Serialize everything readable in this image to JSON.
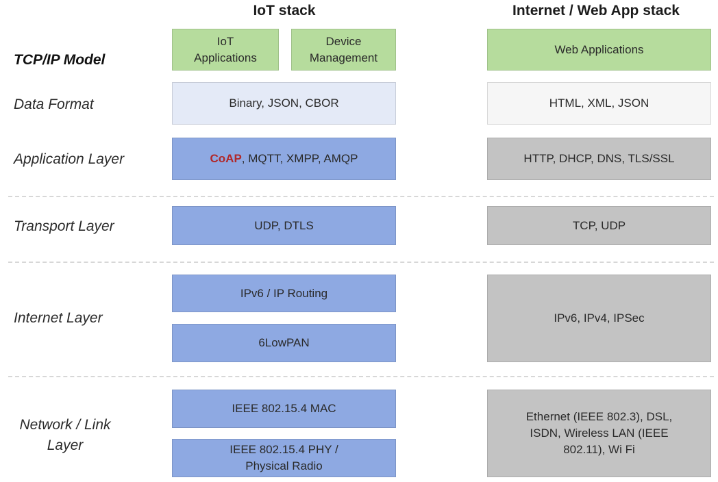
{
  "headers": {
    "iot_stack": "IoT stack",
    "web_stack": "Internet / Web App stack"
  },
  "row_labels": {
    "tcpip_model": "TCP/IP Model",
    "data_format": "Data Format",
    "application_layer": "Application Layer",
    "transport_layer": "Transport Layer",
    "internet_layer": "Internet Layer",
    "network_link_line1": "Network / Link",
    "network_link_line2": "Layer"
  },
  "iot": {
    "iot_applications_line1": "IoT",
    "iot_applications_line2": "Applications",
    "device_management_line1": "Device",
    "device_management_line2": "Management",
    "data_format": "Binary, JSON, CBOR",
    "application_highlight": "CoAP",
    "application_rest": ", MQTT, XMPP, AMQP",
    "transport": "UDP, DTLS",
    "internet_routing": "IPv6 / IP Routing",
    "internet_adaptation": "6LowPAN",
    "link_mac": "IEEE 802.15.4 MAC",
    "link_phy_line1": "IEEE 802.15.4 PHY /",
    "link_phy_line2": "Physical Radio"
  },
  "web": {
    "applications": "Web Applications",
    "data_format": "HTML, XML, JSON",
    "application": "HTTP, DHCP, DNS, TLS/SSL",
    "transport": "TCP, UDP",
    "internet": "IPv6, IPv4, IPSec",
    "link_line1": "Ethernet (IEEE 802.3), DSL,",
    "link_line2": "ISDN, Wireless LAN (IEEE",
    "link_line3": "802.11), Wi Fi"
  },
  "colors": {
    "green": "#b6dc9d",
    "light_blue": "#e4eaf7",
    "blue": "#8ea9e2",
    "gray": "#c3c3c3",
    "highlight_red": "#b0282a"
  }
}
